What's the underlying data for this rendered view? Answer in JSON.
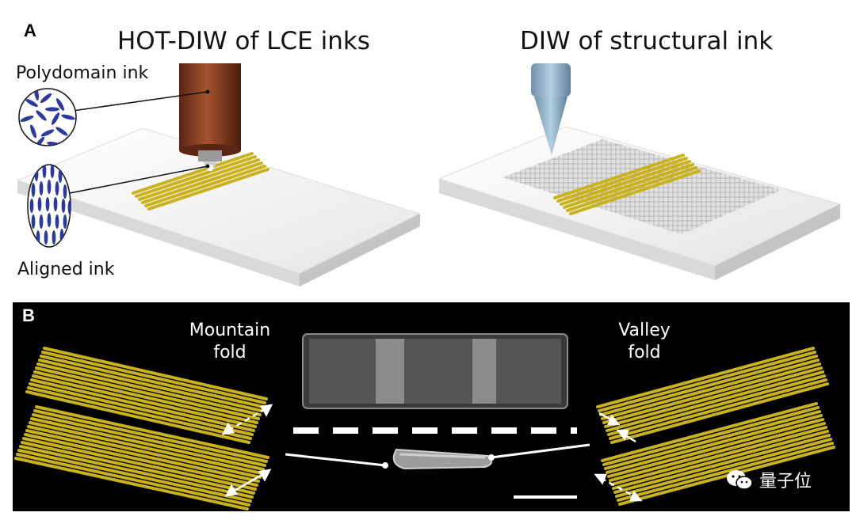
{
  "panel_a": {
    "letter": "A",
    "left_title": "HOT-DIW of LCE inks",
    "right_title": "DIW of structural ink",
    "label_polydomain": "Polydomain ink",
    "label_aligned": "Aligned ink"
  },
  "panel_b": {
    "letter": "B",
    "mountain_label_1": "Mountain",
    "mountain_label_2": "fold",
    "valley_label_1": "Valley",
    "valley_label_2": "fold"
  },
  "watermark": {
    "text": "量子位",
    "icon": "wechat-icon"
  },
  "colors": {
    "lce_yellow": "#c9b21a",
    "nozzle_copper": "#8a3d22",
    "nozzle_blue": "#8fb3c9",
    "mesogen_blue": "#2b3a9c"
  }
}
